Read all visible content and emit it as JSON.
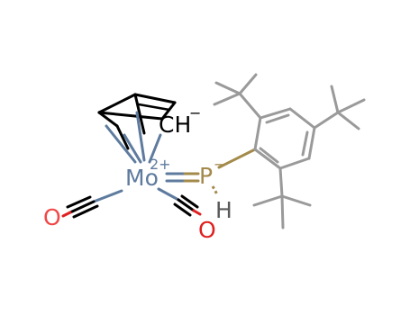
{
  "molecule": {
    "atoms": {
      "mo": {
        "symbol": "Mo",
        "charge": "2+",
        "color": "#5e7b9e"
      },
      "p": {
        "symbol": "P",
        "charge": "−",
        "color": "#a38a4b"
      },
      "ch": {
        "symbol": "CH",
        "charge": "−",
        "color": "#000000"
      },
      "h": {
        "symbol": "H",
        "color": "#5a5a5a"
      },
      "o1": {
        "symbol": "O",
        "color": "#f04848"
      },
      "o2": {
        "symbol": "O",
        "color": "#e02020"
      }
    },
    "colors": {
      "carbon_bond": "#000000",
      "aryl_bond": "#9a9a9a",
      "mo_bond": "#5e7b9e",
      "p_bond": "#a38a4b",
      "oxygen": "#e02020"
    }
  }
}
